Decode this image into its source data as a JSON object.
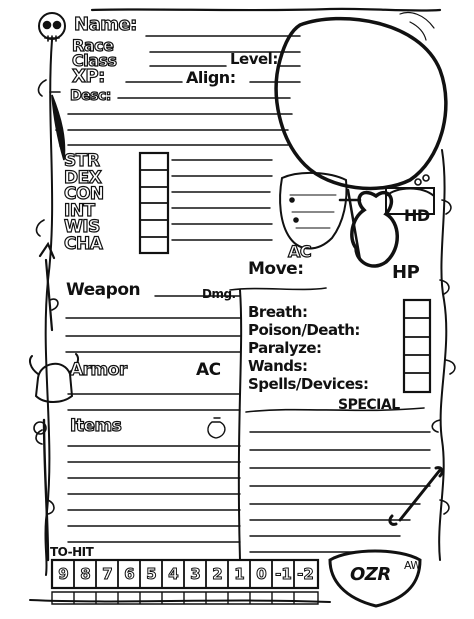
{
  "identity": {
    "name_label": "Name:",
    "race_label": "Race",
    "class_label": "Class",
    "level_label": "Level:",
    "xp_label": "XP:",
    "align_label": "Align:",
    "desc_label": "Desc:"
  },
  "abilities": [
    "STR",
    "DEX",
    "CON",
    "INT",
    "WIS",
    "CHA"
  ],
  "combat": {
    "ac_label": "AC",
    "move_label": "Move:",
    "hd_label": "HD",
    "hp_label": "HP"
  },
  "weapon": {
    "label": "Weapon",
    "dmg_label": "Dmg."
  },
  "saves": {
    "items": [
      "Breath:",
      "Poison/Death:",
      "Paralyze:",
      "Wands:",
      "Spells/Devices:"
    ],
    "special_label": "SPECIAL"
  },
  "armor": {
    "label": "Armor",
    "ac_label": "AC"
  },
  "items_label": "Items",
  "to_hit": {
    "label": "TO-HIT",
    "values": [
      "9",
      "8",
      "7",
      "6",
      "5",
      "4",
      "3",
      "2",
      "1",
      "0",
      "-1",
      "-2"
    ]
  },
  "signature": "AW",
  "logo_text": "OZR",
  "colors": {
    "ink": "#111111",
    "paper": "#ffffff"
  }
}
